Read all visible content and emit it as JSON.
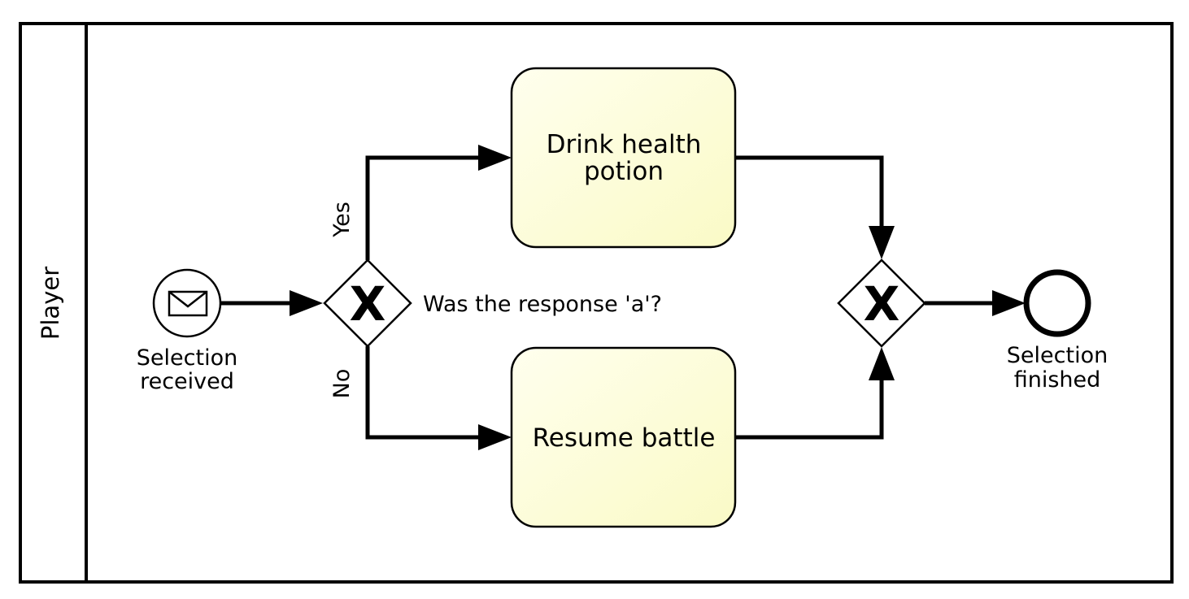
{
  "lane": {
    "label": "Player"
  },
  "start_event": {
    "label_line1": "Selection",
    "label_line2": "received"
  },
  "gateway_split": {
    "marker": "X",
    "question": "Was the response 'a'?"
  },
  "flows": {
    "yes_label": "Yes",
    "no_label": "No"
  },
  "task_drink": {
    "line1": "Drink health",
    "line2": "potion"
  },
  "task_resume": {
    "line1": "Resume battle"
  },
  "gateway_join": {
    "marker": "X"
  },
  "end_event": {
    "label_line1": "Selection",
    "label_line2": "finished"
  },
  "colors": {
    "task_fill_light": "#ffffee",
    "task_fill_dark": "#fafac6",
    "stroke": "#000000"
  },
  "icons": {
    "start_event_icon": "envelope-icon"
  }
}
